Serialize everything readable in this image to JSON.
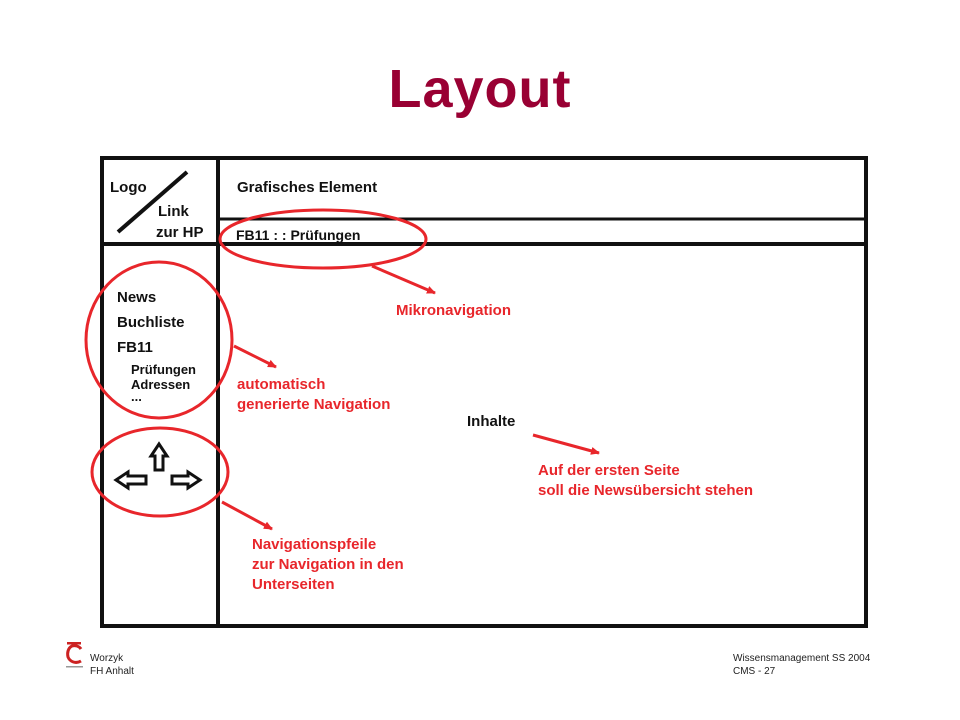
{
  "title": "Layout",
  "boxes": {
    "logo": "Logo",
    "link_line1": "Link",
    "link_line2": "zur HP",
    "graphic_element": "Grafisches Element",
    "breadcrumb": "FB11 : : Prüfungen",
    "nav_items": [
      "News",
      "Buchliste",
      "FB11"
    ],
    "sub_items": [
      "Prüfungen",
      "Adressen",
      "..."
    ],
    "content": "Inhalte"
  },
  "annotations": {
    "micro_nav": "Mikronavigation",
    "auto_nav_line1": "automatisch",
    "auto_nav_line2": "generierte Navigation",
    "arrows_line1": "Navigationspfeile",
    "arrows_line2": "zur Navigation in den",
    "arrows_line3": "Unterseiten",
    "start_line1": "Auf der ersten Seite",
    "start_line2": "soll die Newsübersicht stehen"
  },
  "footer": {
    "author": "Worzyk",
    "institution": "FH Anhalt",
    "course": "Wissensmanagement SS 2004",
    "slide": "CMS - 27"
  },
  "colors": {
    "title": "#990033",
    "annotation": "#e8262b",
    "logo": "#cc2222"
  }
}
